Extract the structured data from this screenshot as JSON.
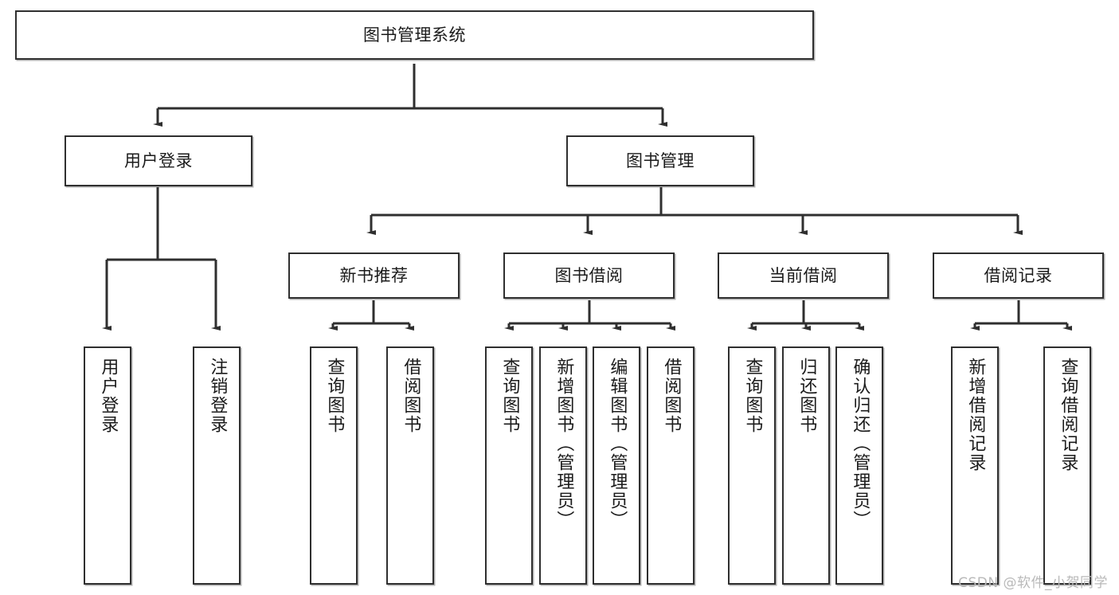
{
  "diagram": {
    "title": "图书管理系统",
    "type": "hierarchy-tree",
    "root": {
      "id": "root",
      "label": "图书管理系统"
    },
    "level2": [
      {
        "id": "user-login",
        "label": "用户登录"
      },
      {
        "id": "book-management",
        "label": "图书管理"
      }
    ],
    "level3": [
      {
        "id": "new-book-recommend",
        "label": "新书推荐"
      },
      {
        "id": "book-borrow",
        "label": "图书借阅"
      },
      {
        "id": "current-borrow",
        "label": "当前借阅"
      },
      {
        "id": "borrow-record",
        "label": "借阅记录"
      }
    ],
    "leaves": [
      {
        "id": "leaf-user-login",
        "label": "用户登录",
        "parent": "user-login"
      },
      {
        "id": "leaf-logout-login",
        "label": "注销登录",
        "parent": "user-login"
      },
      {
        "id": "leaf-query-book-1",
        "label": "查询图书",
        "parent": "new-book-recommend"
      },
      {
        "id": "leaf-borrow-book-1",
        "label": "借阅图书",
        "parent": "new-book-recommend"
      },
      {
        "id": "leaf-query-book-2",
        "label": "查询图书",
        "parent": "book-borrow"
      },
      {
        "id": "leaf-add-book",
        "label": "新增图书（管理员）",
        "parent": "book-borrow"
      },
      {
        "id": "leaf-edit-book",
        "label": "编辑图书（管理员）",
        "parent": "book-borrow"
      },
      {
        "id": "leaf-borrow-book-2",
        "label": "借阅图书",
        "parent": "book-borrow"
      },
      {
        "id": "leaf-query-book-3",
        "label": "查询图书",
        "parent": "current-borrow"
      },
      {
        "id": "leaf-return-book",
        "label": "归还图书",
        "parent": "current-borrow"
      },
      {
        "id": "leaf-confirm-return",
        "label": "确认归还（管理员）",
        "parent": "current-borrow"
      },
      {
        "id": "leaf-add-record",
        "label": "新增借阅记录",
        "parent": "borrow-record"
      },
      {
        "id": "leaf-query-record",
        "label": "查询借阅记录",
        "parent": "borrow-record"
      }
    ],
    "colors": {
      "stroke": "#2f2f2f",
      "fill": "#ffffff",
      "text": "#1b1b1b",
      "watermark": "#b9b9b9"
    }
  },
  "watermark": {
    "text": "CSDN @软件_小贺同学"
  }
}
